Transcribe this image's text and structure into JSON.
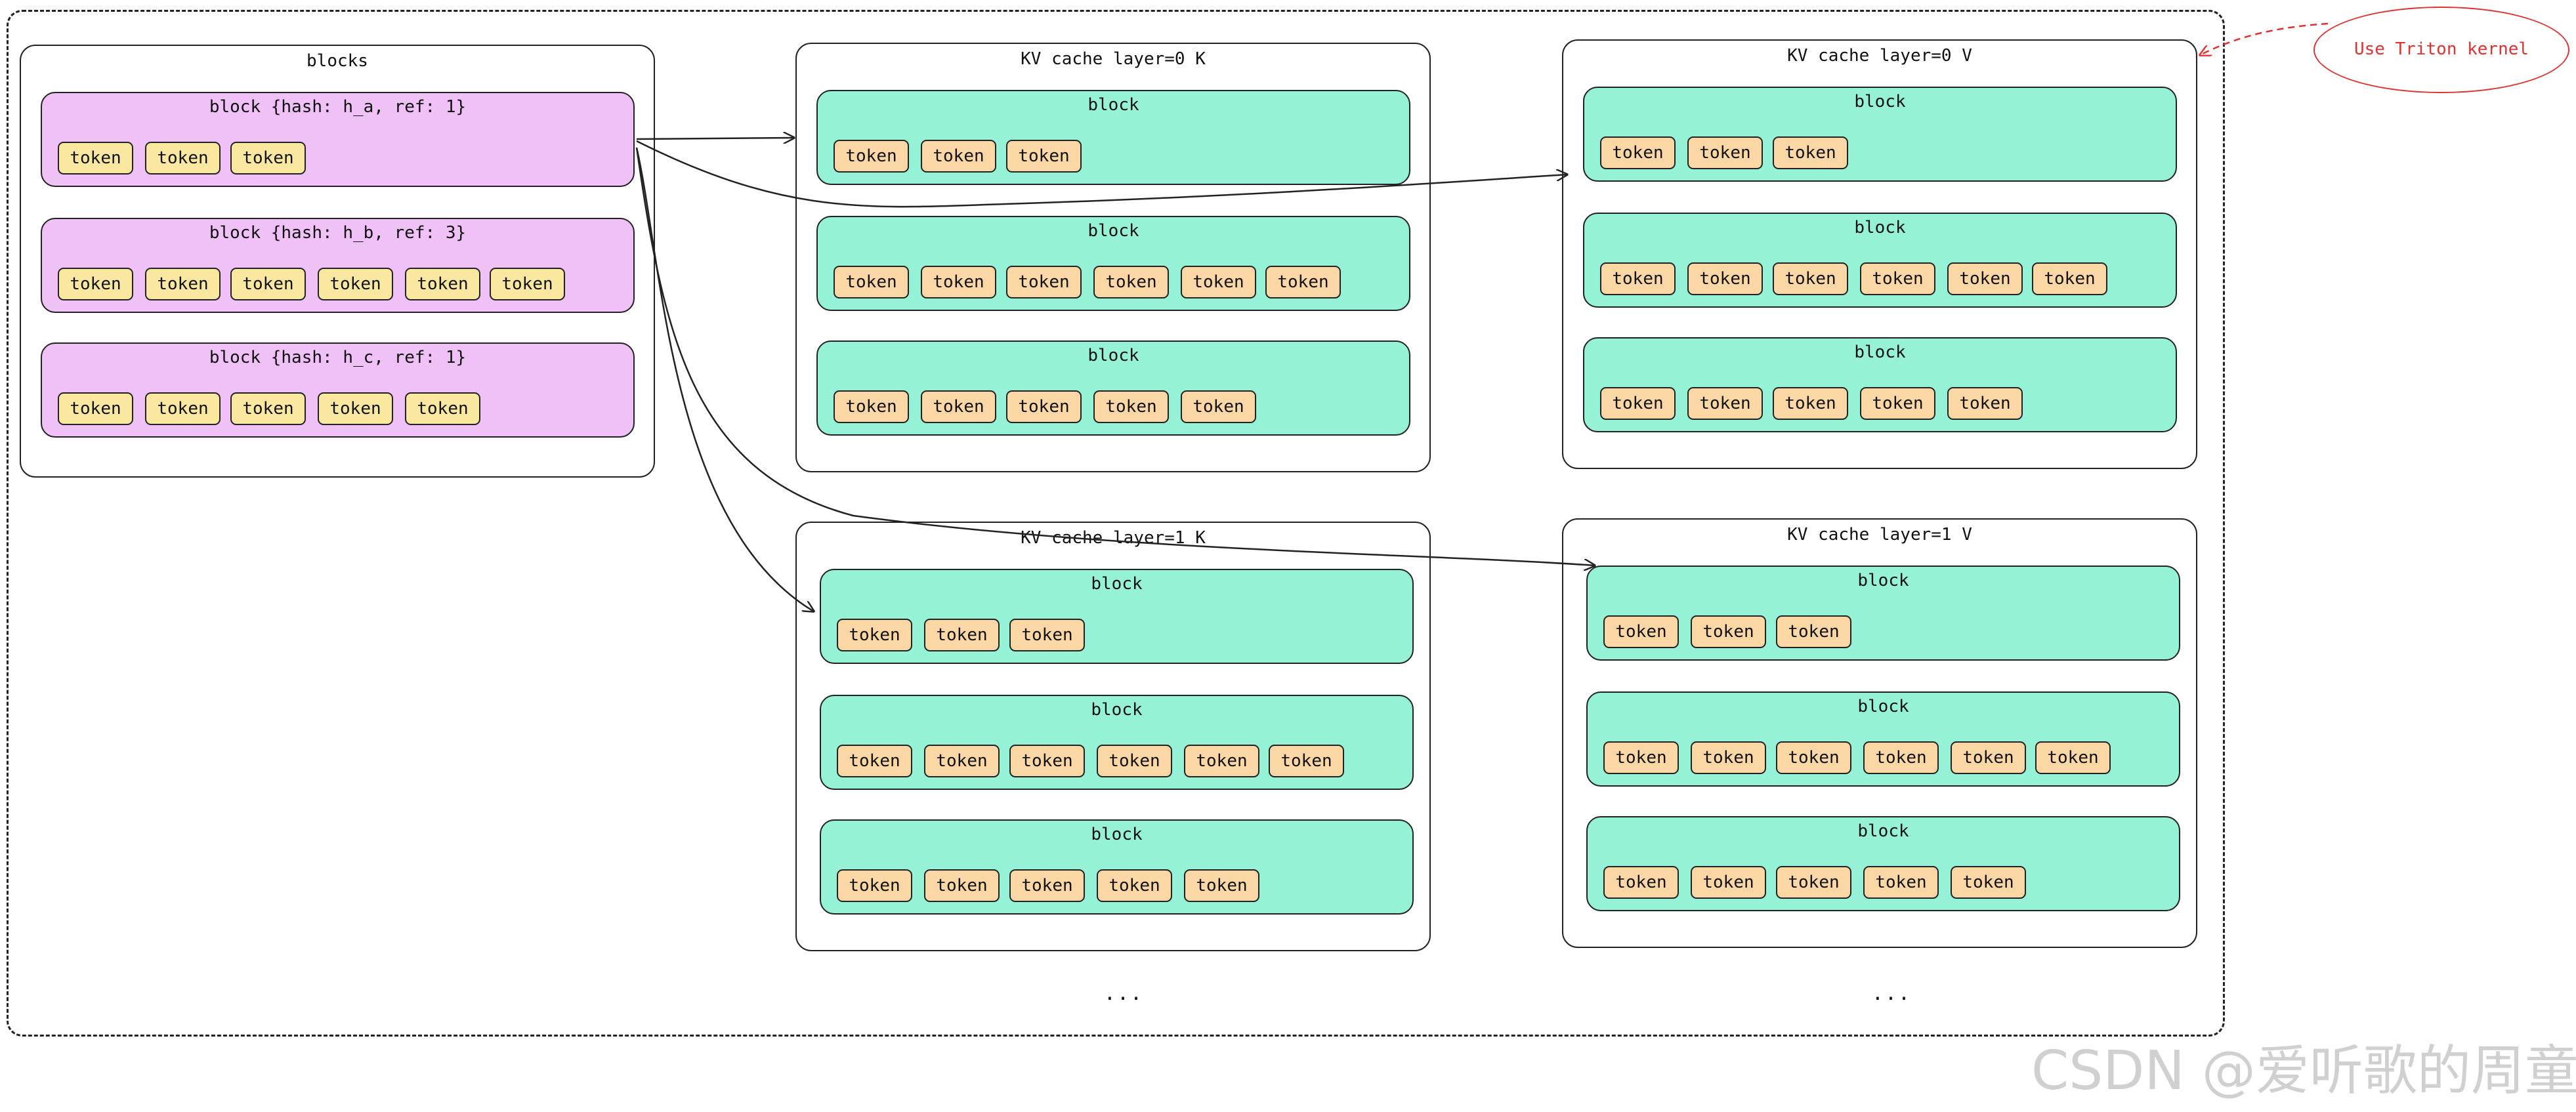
{
  "containers": [
    {
      "title": "blocks",
      "blocks": [
        {
          "title": "block {hash: h_a, ref: 1}",
          "tokens": [
            "token",
            "token",
            "token"
          ]
        },
        {
          "title": "block {hash: h_b, ref: 3}",
          "tokens": [
            "token",
            "token",
            "token",
            "token",
            "token",
            "token"
          ]
        },
        {
          "title": "block {hash: h_c, ref: 1}",
          "tokens": [
            "token",
            "token",
            "token",
            "token",
            "token"
          ]
        }
      ]
    },
    {
      "title": "KV cache layer=0 K",
      "blocks": [
        {
          "title": "block",
          "tokens": [
            "token",
            "token",
            "token"
          ]
        },
        {
          "title": "block",
          "tokens": [
            "token",
            "token",
            "token",
            "token",
            "token",
            "token"
          ]
        },
        {
          "title": "block",
          "tokens": [
            "token",
            "token",
            "token",
            "token",
            "token"
          ]
        }
      ]
    },
    {
      "title": "KV cache layer=0 V",
      "blocks": [
        {
          "title": "block",
          "tokens": [
            "token",
            "token",
            "token"
          ]
        },
        {
          "title": "block",
          "tokens": [
            "token",
            "token",
            "token",
            "token",
            "token",
            "token"
          ]
        },
        {
          "title": "block",
          "tokens": [
            "token",
            "token",
            "token",
            "token",
            "token"
          ]
        }
      ]
    },
    {
      "title": "KV cache layer=1 K",
      "blocks": [
        {
          "title": "block",
          "tokens": [
            "token",
            "token",
            "token"
          ]
        },
        {
          "title": "block",
          "tokens": [
            "token",
            "token",
            "token",
            "token",
            "token",
            "token"
          ]
        },
        {
          "title": "block",
          "tokens": [
            "token",
            "token",
            "token",
            "token",
            "token"
          ]
        }
      ]
    },
    {
      "title": "KV cache layer=1 V",
      "blocks": [
        {
          "title": "block",
          "tokens": [
            "token",
            "token",
            "token"
          ]
        },
        {
          "title": "block",
          "tokens": [
            "token",
            "token",
            "token",
            "token",
            "token",
            "token"
          ]
        },
        {
          "title": "block",
          "tokens": [
            "token",
            "token",
            "token",
            "token",
            "token"
          ]
        }
      ]
    }
  ],
  "ellipsis": [
    "...",
    "..."
  ],
  "note": "Use Triton kernel",
  "watermark": "CSDN @爱听歌的周童鞋",
  "colors": {
    "pink_block": "#efc1f7",
    "green_block": "#96f2d6",
    "yellow_token": "#fbe8a0",
    "orange_token": "#fad7a5",
    "note_red": "#e03131"
  }
}
